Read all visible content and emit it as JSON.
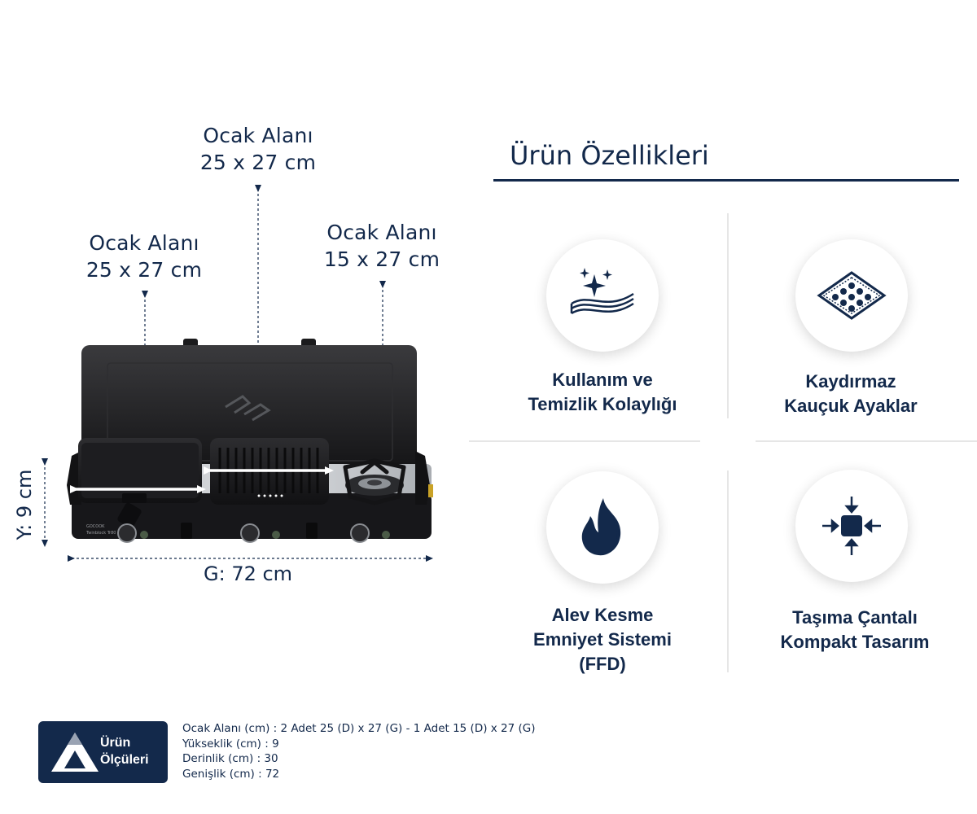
{
  "product": {
    "burner_labels": [
      {
        "line1": "Ocak Alanı",
        "line2": "25 x 27 cm"
      },
      {
        "line1": "Ocak Alanı",
        "line2": "25 x 27 cm"
      },
      {
        "line1": "Ocak Alanı",
        "line2": "15 x 27 cm"
      }
    ],
    "height_label": "Y: 9 cm",
    "width_label": "G: 72 cm",
    "stove_brand_text": "GOCOOK",
    "stove_model_text": "Twinblock Tr80"
  },
  "features": {
    "title": "Ürün Özellikleri",
    "items": [
      {
        "icon": "cleaning-sparkle-icon",
        "line1": "Kullanım ve",
        "line2": "Temizlik Kolaylığı",
        "line3": ""
      },
      {
        "icon": "anti-slip-pad-icon",
        "line1": "Kaydırmaz",
        "line2": "Kauçuk Ayaklar",
        "line3": ""
      },
      {
        "icon": "flame-icon",
        "line1": "Alev Kesme",
        "line2": "Emniyet Sistemi",
        "line3": "(FFD)"
      },
      {
        "icon": "compact-arrows-icon",
        "line1": "Taşıma Çantalı",
        "line2": "Kompakt Tasarım",
        "line3": ""
      }
    ]
  },
  "dimensions_badge": {
    "line1": "Ürün",
    "line2": "Ölçüleri"
  },
  "specs": [
    "Ocak Alanı (cm) : 2 Adet 25 (D) x 27 (G) - 1 Adet  15 (D) x 27 (G)",
    "Yükseklik (cm) : 9",
    "Derinlik (cm) : 30",
    "Genişlik (cm) : 72"
  ],
  "colors": {
    "navy": "#13294b",
    "stove_body": "#1c1c1e",
    "steel": "#c9ccd0",
    "divider": "#e6e6e6"
  }
}
